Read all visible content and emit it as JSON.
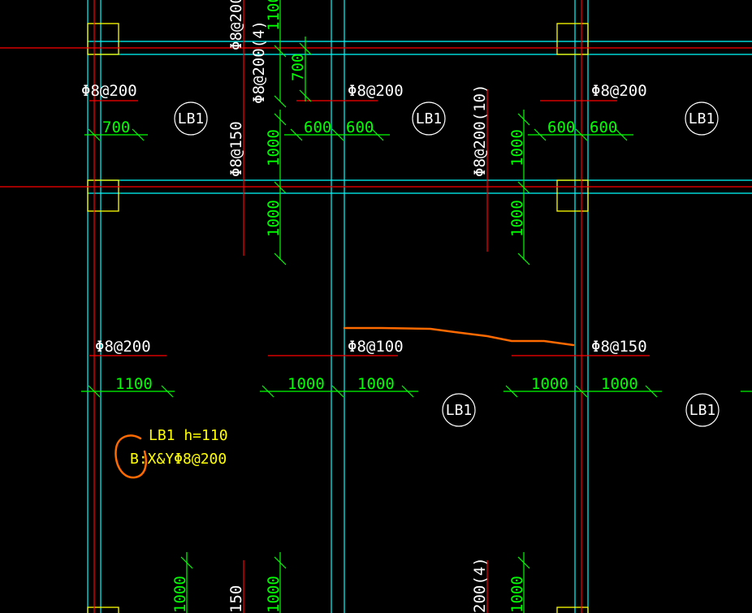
{
  "colors": {
    "background": "#000000",
    "beam_outline": "#00ffff",
    "rebar": "#ff0000",
    "dimension": "#00ff00",
    "column": "#ffff00",
    "text": "#ffffff",
    "note": "#ffff00",
    "markup": "#ff6a00"
  },
  "top_labels": {
    "left": "Φ8@200",
    "mid": "Φ8@200",
    "right": "Φ8@200"
  },
  "mid_labels": {
    "left": "Φ8@200",
    "mid": "Φ8@100",
    "right": "Φ8@150"
  },
  "vertical_labels": {
    "top_partial": "Φ8@200",
    "beam_4": "Φ8@200(4)",
    "col_150": "Φ8@150",
    "beam_10": "Φ8@200(10)",
    "bottom_150": "150",
    "bottom_200_4": "200(4)"
  },
  "dims": {
    "d700_h": "700",
    "d700_v": "700",
    "d1100_top": "1100",
    "d600_a": "600",
    "d600_b": "600",
    "d600_c": "600",
    "d600_d": "600",
    "d1000_v1": "1000",
    "d1000_v2": "1000",
    "d1000_v3": "1000",
    "d1000_v4": "1000",
    "d1100_h": "1100",
    "d1000_h1": "1000",
    "d1000_h2": "1000",
    "d1000_h3": "1000",
    "d1000_h4": "1000",
    "d1000_b1": "1000",
    "d1000_b2": "1000",
    "d1000_b3": "1000"
  },
  "slab_tags": [
    "LB1",
    "LB1",
    "LB1",
    "LB1",
    "LB1"
  ],
  "note": {
    "line1": "LB1 h=110",
    "line2": "B:X&YΦ8@200"
  }
}
